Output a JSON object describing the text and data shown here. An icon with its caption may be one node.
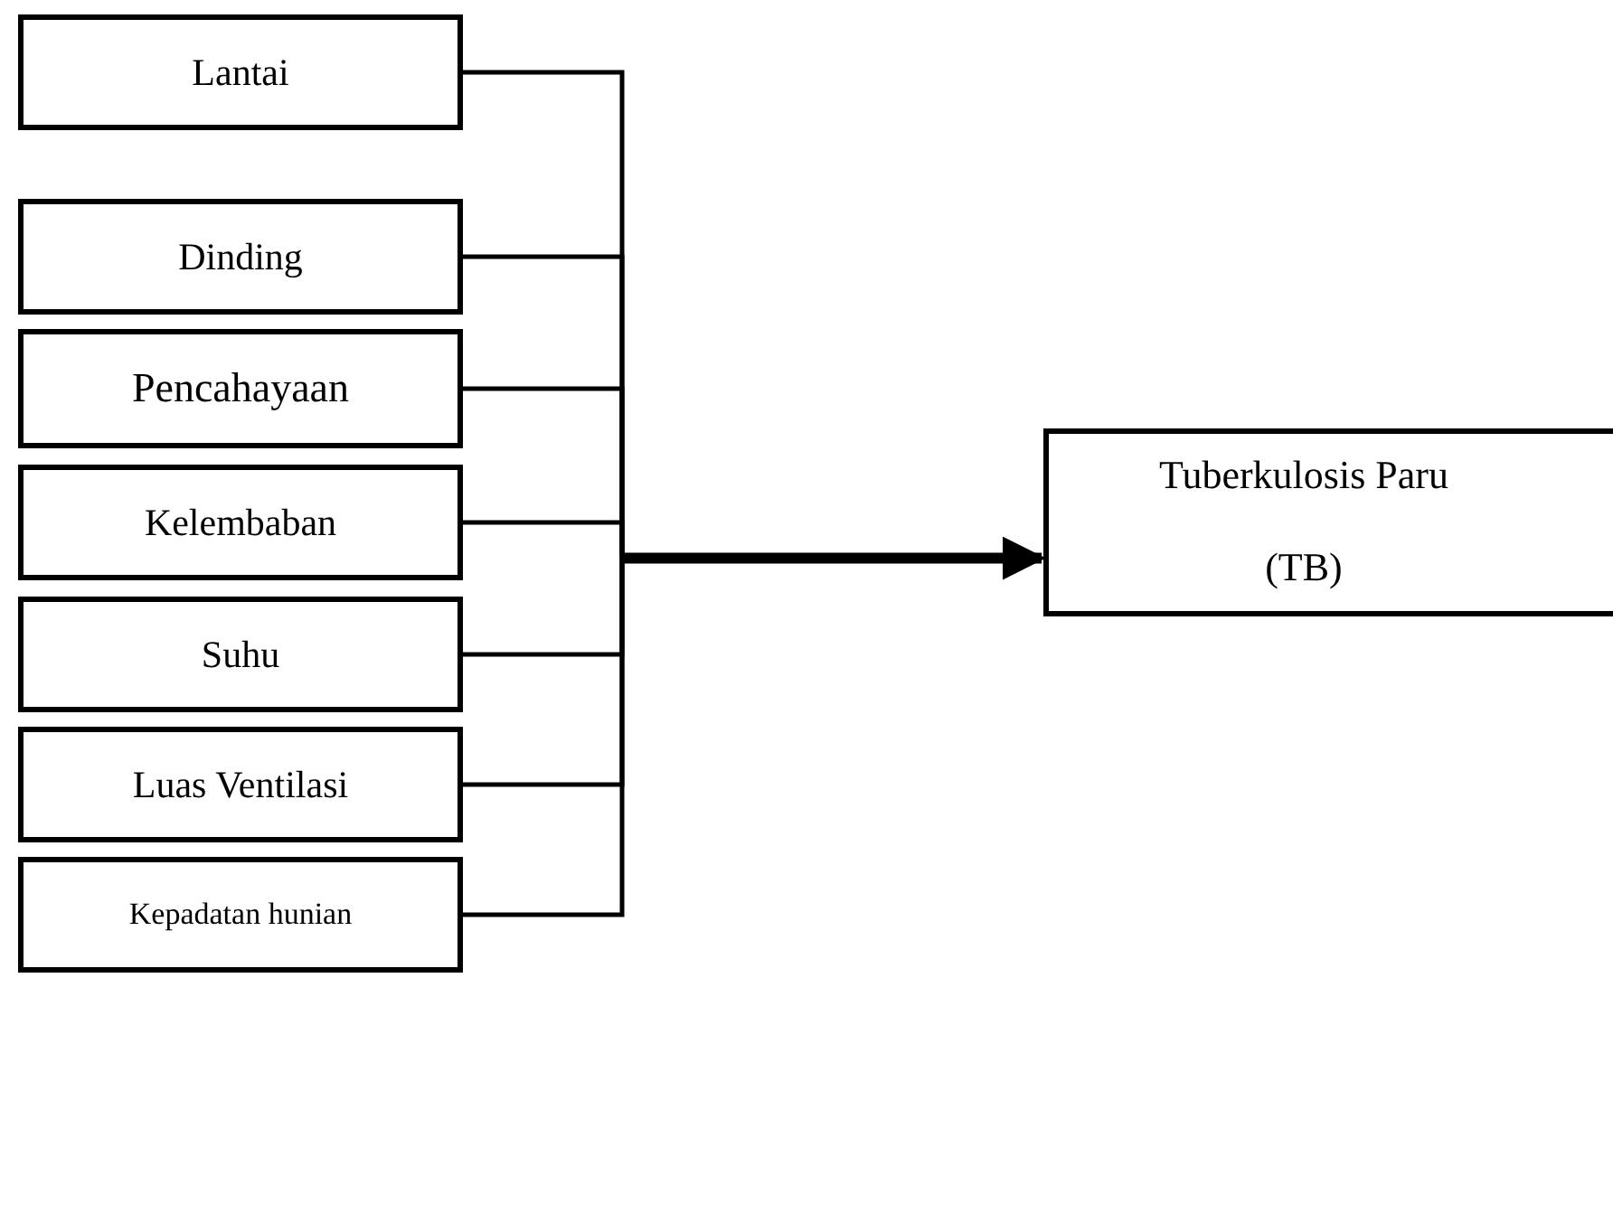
{
  "diagram": {
    "nodes": [
      {
        "text": [
          "Lantai"
        ]
      },
      {
        "text": [
          "Dinding"
        ]
      },
      {
        "text": [
          "Pencahayaan"
        ]
      },
      {
        "text": [
          "Kelembaban"
        ]
      },
      {
        "text": [
          "Suhu"
        ]
      },
      {
        "text": [
          "Luas Ventilasi"
        ]
      },
      {
        "text": [
          "Kepadatan hunian"
        ]
      },
      {
        "text": [
          "Tuberkulosis Paru (TB)"
        ]
      }
    ],
    "edges": [
      {
        "from": 0,
        "to": 7,
        "arrow": "to"
      },
      {
        "from": 1,
        "to": 7,
        "arrow": "to"
      },
      {
        "from": 2,
        "to": 7,
        "arrow": "to"
      },
      {
        "from": 3,
        "to": 7,
        "arrow": "to"
      },
      {
        "from": 4,
        "to": 7,
        "arrow": "to"
      },
      {
        "from": 5,
        "to": 7,
        "arrow": "to"
      },
      {
        "from": 6,
        "to": 7,
        "arrow": "to"
      }
    ]
  }
}
